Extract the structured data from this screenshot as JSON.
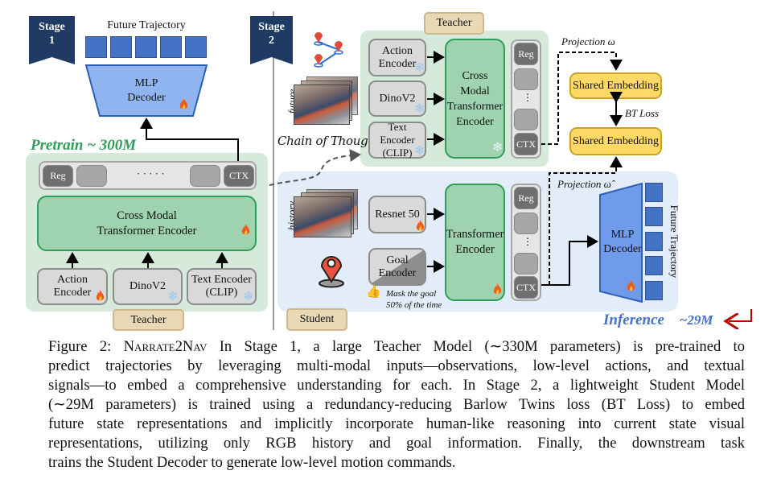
{
  "stage1": {
    "banner": {
      "line1": "Stage",
      "line2": "1"
    },
    "future_trajectory_label": "Future Trajectory",
    "decoder": {
      "line1": "MLP",
      "line2": "Decoder"
    },
    "pretrain_label": "Pretrain ~ 300M",
    "tokens": {
      "reg": "Reg",
      "dots": "· · · · ·",
      "ctx": "CTX"
    },
    "encoder": {
      "line1": "Cross Modal",
      "line2": "Transformer Encoder"
    },
    "inputs": [
      {
        "line1": "Action",
        "line2": "Encoder",
        "state": "trainable"
      },
      {
        "line1": "DinoV2",
        "line2": "",
        "state": "frozen"
      },
      {
        "line1": "Text Encoder",
        "line2": "(CLIP)",
        "state": "frozen"
      }
    ],
    "role_label": "Teacher"
  },
  "stage2": {
    "banner": {
      "line1": "Stage",
      "line2": "2"
    },
    "teacher": {
      "role_label": "Teacher",
      "inputs": [
        {
          "line1": "Action",
          "line2": "Encoder",
          "state": "frozen"
        },
        {
          "line1": "DinoV2",
          "line2": "",
          "state": "frozen"
        },
        {
          "line1": "Text Encoder",
          "line2": "(CLIP)",
          "state": "frozen"
        }
      ],
      "encoder": {
        "line1": "Cross",
        "line2": "Modal",
        "line3": "Transformer",
        "line4": "Encoder"
      },
      "tokens": {
        "reg": "Reg",
        "dots": "⋮",
        "ctx": "CTX"
      },
      "future_label": "future",
      "chain_of_thought": "Chain of Thought"
    },
    "projection_teacher": "Projection ω",
    "projection_student": "Projection ω̂",
    "shared_embedding_top": "Shared Embedding",
    "shared_embedding_bottom": "Shared Embedding",
    "bt_loss": "BT Loss",
    "student": {
      "role_label": "Student",
      "history_label": "history",
      "inputs": [
        {
          "line1": "Resnet 50",
          "line2": "",
          "state": "trainable"
        },
        {
          "line1": "Goal",
          "line2": "Encoder",
          "state": "masked"
        }
      ],
      "mask_note": {
        "line1": "Mask the goal",
        "line2": "50% of the time"
      },
      "encoder": {
        "line1": "Transformer",
        "line2": "Encoder"
      },
      "tokens": {
        "reg": "Reg",
        "dots": "⋮",
        "ctx": "CTX"
      },
      "decoder": {
        "line1": "MLP",
        "line2": "Decoder"
      },
      "future_trajectory_label": "Future Trajectory"
    },
    "inference_label": "Inference",
    "inference_size": "~29M"
  },
  "colors": {
    "navy": "#1f3b63",
    "green_text": "#2e9e5a",
    "blue_trajectory": "#4472c4",
    "inference_blue": "#4472c4",
    "accent_red": "#c00000"
  },
  "caption": {
    "prefix": "Figure 2: ",
    "name": "Narrate2Nav",
    "lines": [
      " In Stage 1, a large Teacher Model (∼330M parameters) is pre-trained to",
      "predict trajectories by leveraging multi-modal inputs—observations, low-level actions, and textual",
      "signals—to embed a comprehensive understanding for each. In Stage 2, a lightweight Student Model",
      "(∼29M parameters) is trained using a redundancy-reducing Barlow Twins loss (BT Loss) to embed",
      "future state representations and implicitly incorporate human-like reasoning into current state visual",
      "representations, utilizing only RGB history and goal information.  Finally, the downstream task",
      "trains the Student Decoder to generate low-level motion commands."
    ]
  }
}
